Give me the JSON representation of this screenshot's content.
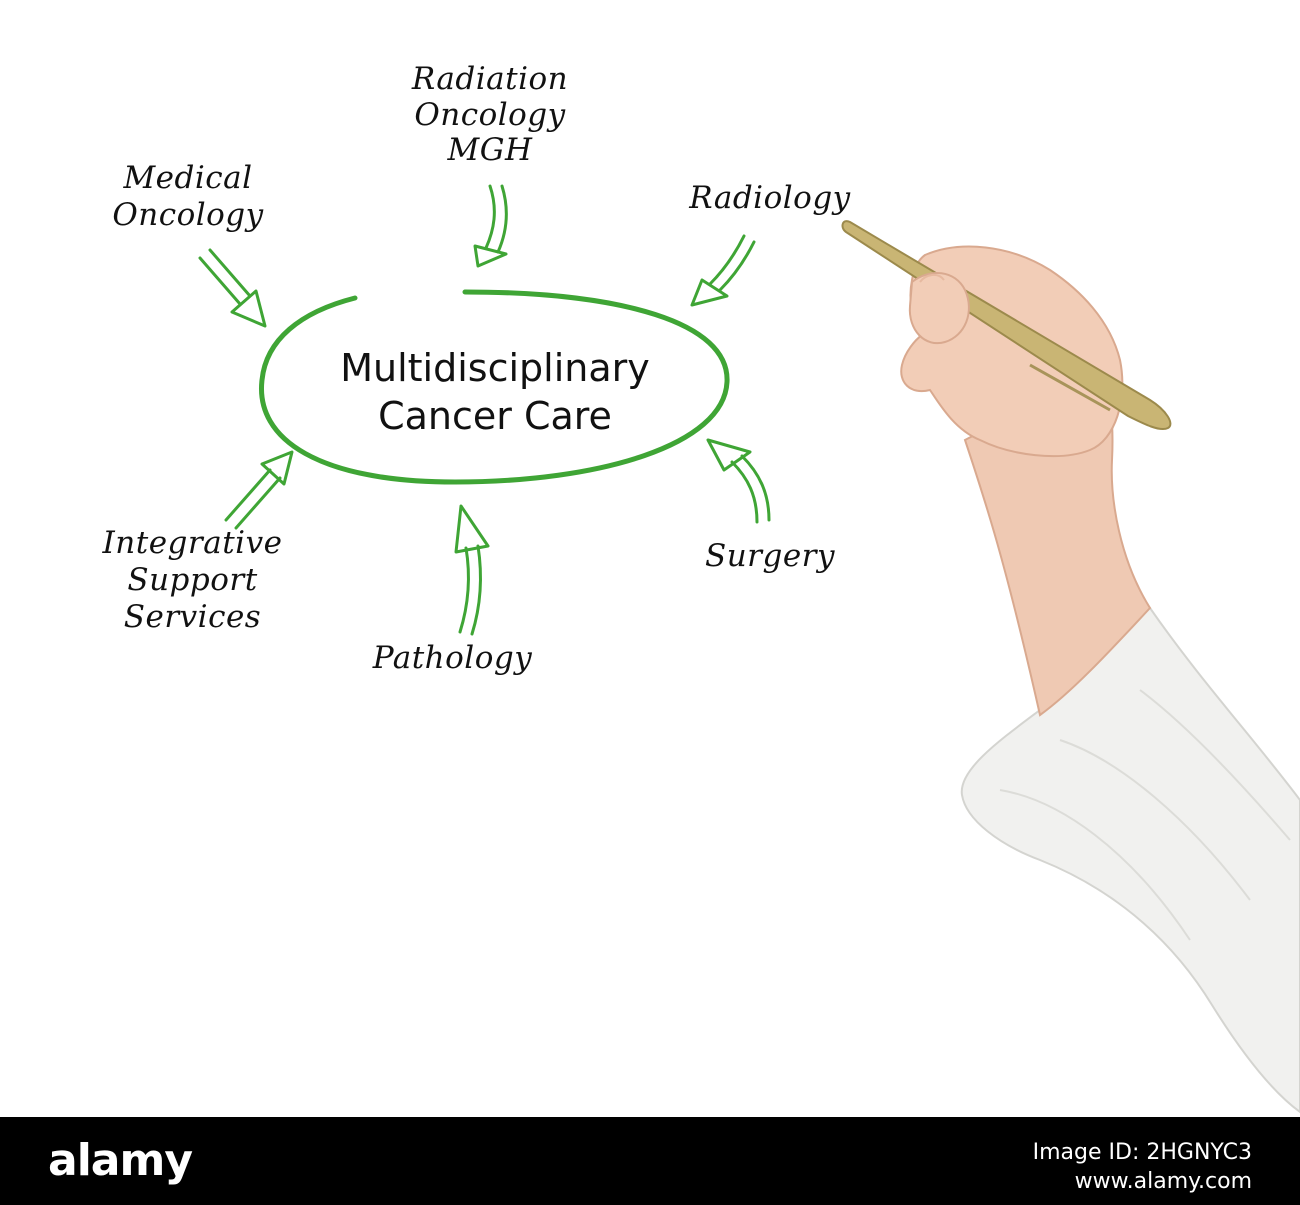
{
  "center": {
    "lines": [
      "Multidisciplinary",
      "Cancer Care"
    ]
  },
  "nodes": [
    {
      "id": "medical-oncology",
      "lines": [
        "Medical",
        "Oncology"
      ]
    },
    {
      "id": "radiation-oncology",
      "lines": [
        "Radiation",
        "Oncology",
        "MGH"
      ]
    },
    {
      "id": "radiology",
      "lines": [
        "Radiology"
      ]
    },
    {
      "id": "surgery",
      "lines": [
        "Surgery"
      ]
    },
    {
      "id": "pathology",
      "lines": [
        "Pathology"
      ]
    },
    {
      "id": "integrative-support",
      "lines": [
        "Integrative",
        "Support",
        "Services"
      ]
    }
  ],
  "colors": {
    "accent": "#3fa535",
    "ink": "#111111",
    "footer": "#000000"
  },
  "footer": {
    "brand": "alamy",
    "image_id": [
      "Image ID: 2HGNYC3",
      "www.alamy.com"
    ]
  }
}
